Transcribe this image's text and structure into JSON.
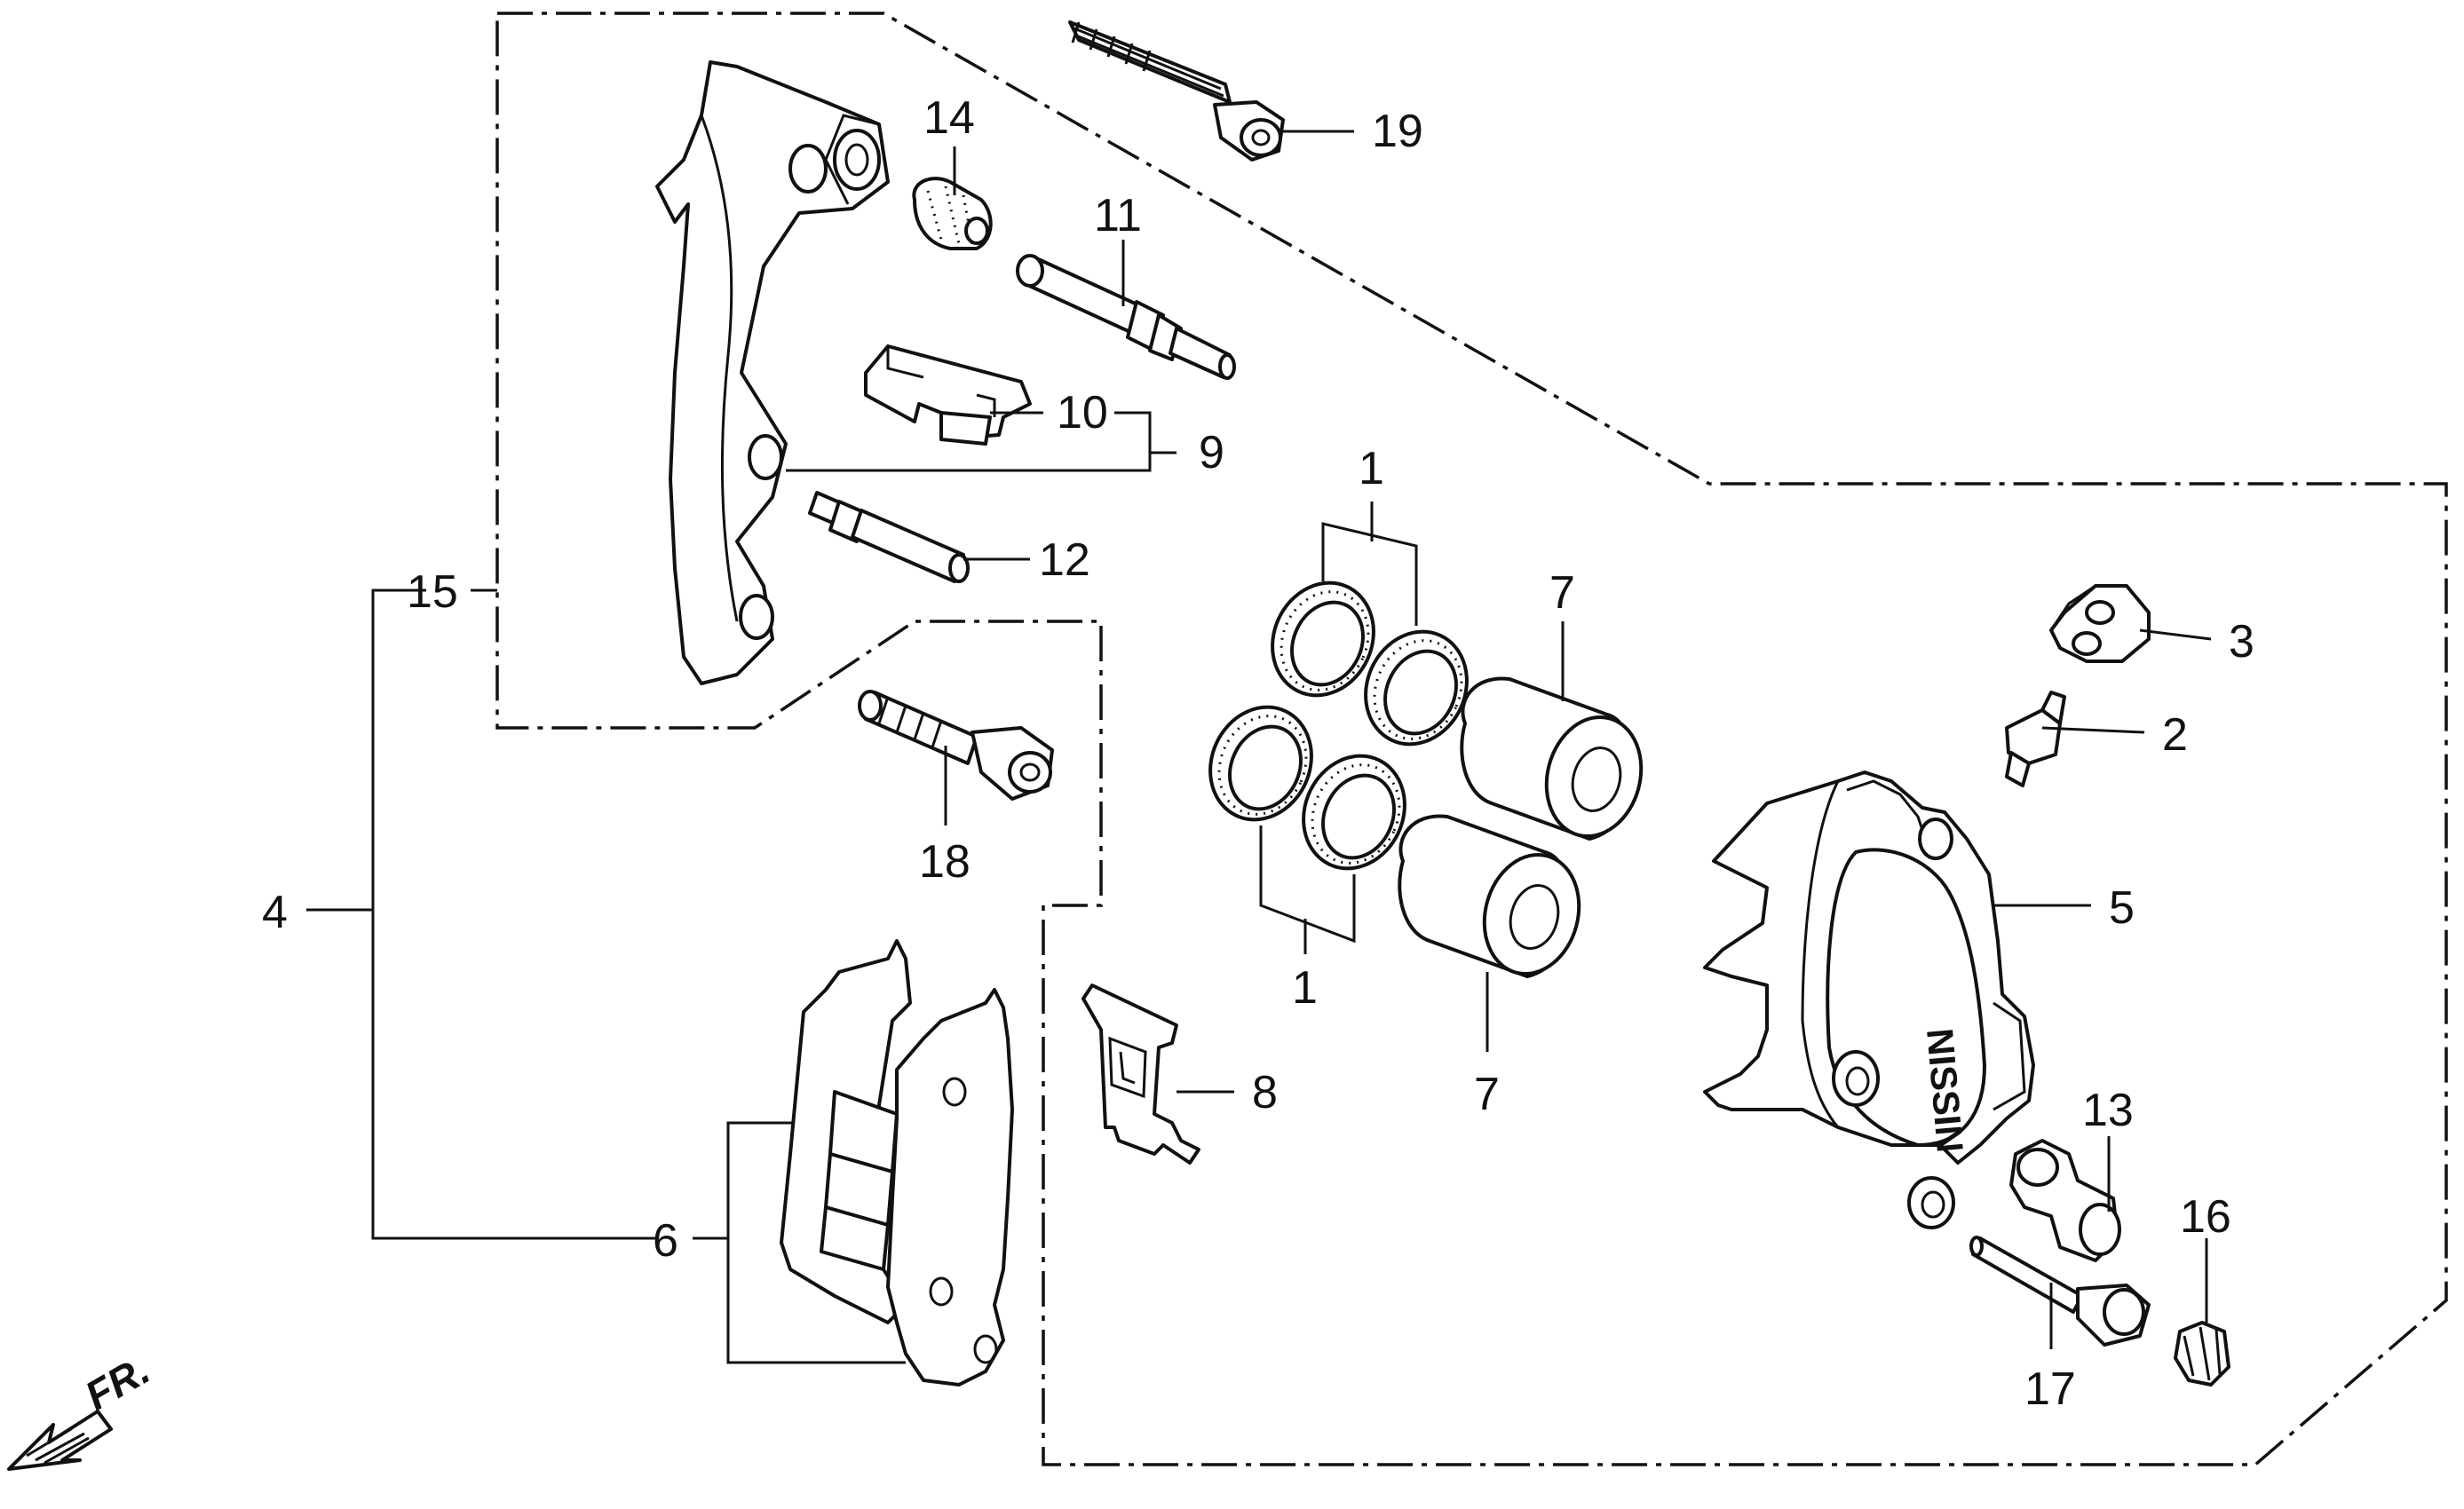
{
  "labels": {
    "p1a": "1",
    "p1b": "1",
    "p2": "2",
    "p3": "3",
    "p4": "4",
    "p5": "5",
    "p6": "6",
    "p7a": "7",
    "p7b": "7",
    "p8": "8",
    "p9": "9",
    "p10": "10",
    "p11": "11",
    "p12": "12",
    "p13": "13",
    "p14": "14",
    "p15": "15",
    "p16": "16",
    "p17": "17",
    "p18": "18",
    "p19": "19"
  },
  "direction": {
    "label": "FR."
  },
  "caliper": {
    "brand_text": "NISSIN"
  }
}
